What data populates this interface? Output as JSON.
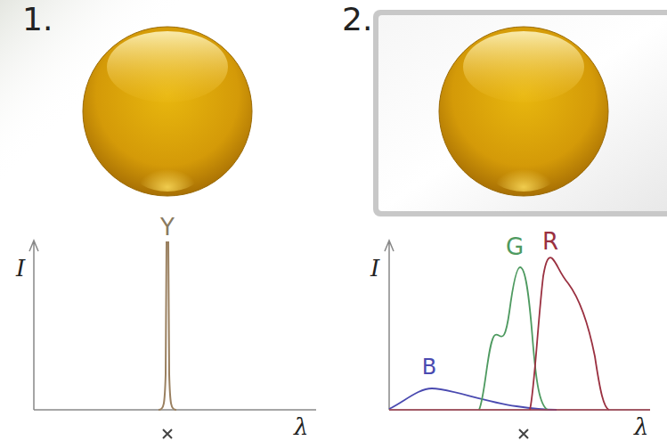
{
  "diagram": {
    "labels": [
      "1.",
      "2.",
      "Y",
      "I",
      "λ",
      "G",
      "R",
      "B",
      "I",
      "λ"
    ]
  }
}
